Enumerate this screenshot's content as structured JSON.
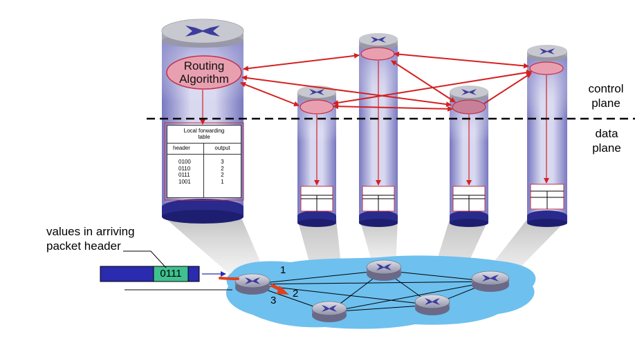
{
  "labels": {
    "control_plane": "control\nplane",
    "data_plane": "data\nplane",
    "routing_algorithm": "Routing\nAlgorithm",
    "arriving_header": "values in arriving\npacket header"
  },
  "forwarding_table": {
    "title": "Local forwarding\ntable",
    "col_header": "header",
    "col_output": "output",
    "rows": [
      {
        "header": "0100",
        "output": "3"
      },
      {
        "header": "0110",
        "output": "2"
      },
      {
        "header": "0111",
        "output": "2"
      },
      {
        "header": "1001",
        "output": "1"
      }
    ]
  },
  "packet": {
    "value": "0111"
  },
  "ports": {
    "p1": "1",
    "p2": "2",
    "p3": "3"
  },
  "colors": {
    "cylinder_top": "#b8b8c8",
    "cylinder_body": "#c8c8e8",
    "cylinder_dark": "#2a2a8c",
    "routing_fill": "#e8a0b0",
    "routing_stroke": "#c0304a",
    "arrow_red": "#d42020",
    "cloud": "#6ec0ef",
    "packet_blue": "#2b2bb0",
    "packet_green": "#40c090",
    "router_x": "#4040a0"
  }
}
